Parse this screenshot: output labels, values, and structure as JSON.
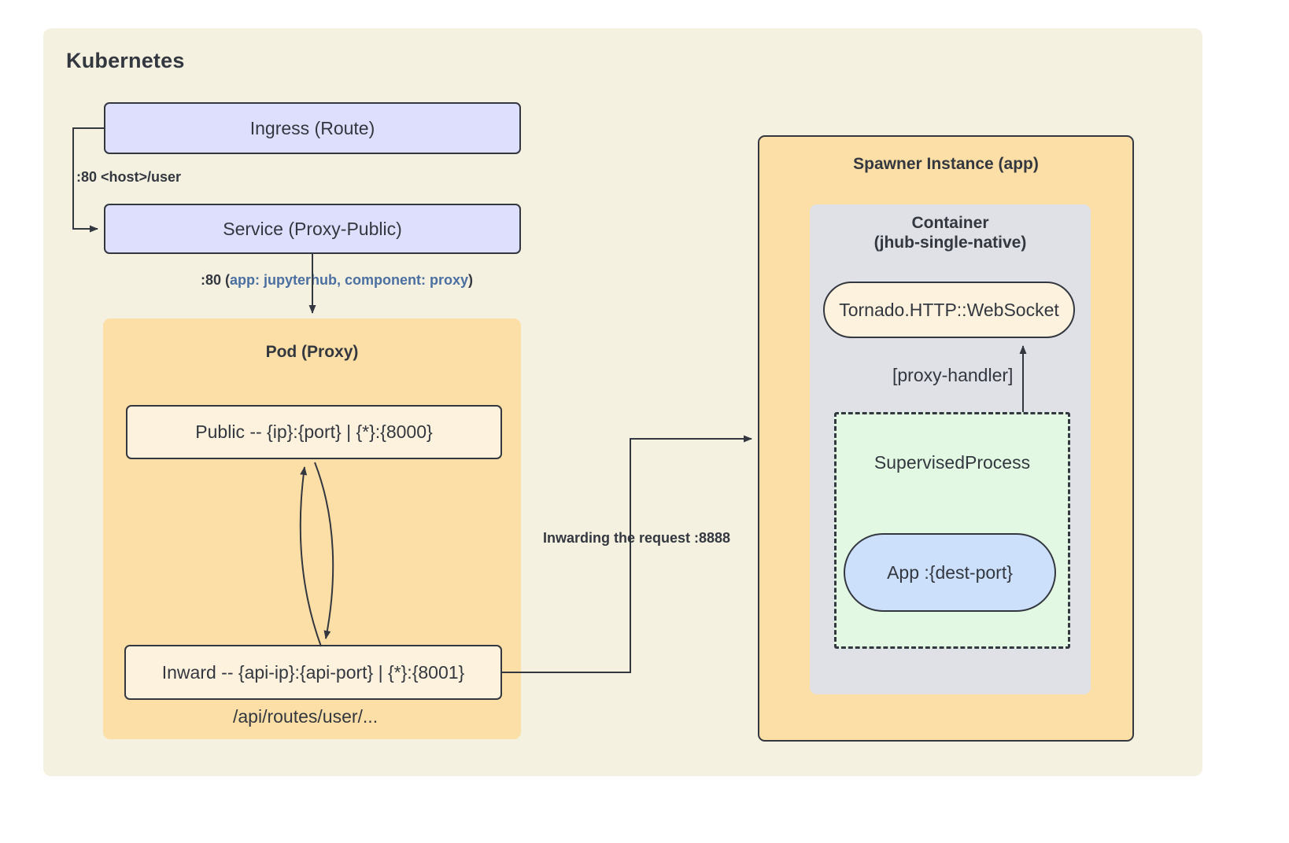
{
  "diagram": {
    "frame": {
      "title": "Kubernetes"
    },
    "nodes": {
      "ingress": {
        "label": "Ingress (Route)"
      },
      "service": {
        "label": "Service (Proxy-Public)"
      },
      "pod_group": {
        "title": "Pod (Proxy)"
      },
      "public": {
        "label": "Public -- {ip}:{port} | {*}:{8000}"
      },
      "inward": {
        "label": "Inward -- {api-ip}:{api-port} | {*}:{8001}"
      },
      "api_routes": {
        "label": "/api/routes/user/..."
      },
      "spawner_group": {
        "title": "Spawner Instance (app)"
      },
      "container_group": {
        "title_line1": "Container",
        "title_line2": "(jhub-single-native)"
      },
      "websocket": {
        "label": "Tornado.HTTP::WebSocket"
      },
      "supervised": {
        "label": "SupervisedProcess"
      },
      "app": {
        "label": "App :{dest-port}"
      }
    },
    "edges": {
      "ingress_to_service": {
        "label": ":80 <host>/user"
      },
      "service_to_pod": {
        "label_prefix": ":80 (",
        "label_accent": "app: jupyterhub, component: proxy",
        "label_suffix": ")"
      },
      "inward_to_spawner": {
        "label": "Inwarding the request :8888"
      },
      "app_to_websocket": {
        "label": "[proxy-handler]"
      }
    },
    "colors": {
      "frame_bg": "#f4f1e1",
      "lavender": "#dedffc",
      "orange": "#fcdfa6",
      "cream": "#fdf2dd",
      "gray": "#dfe1e7",
      "green": "#e2f8e3",
      "blue": "#cce0fb",
      "stroke": "#33373f",
      "accent_text": "#4a6fa0"
    }
  }
}
